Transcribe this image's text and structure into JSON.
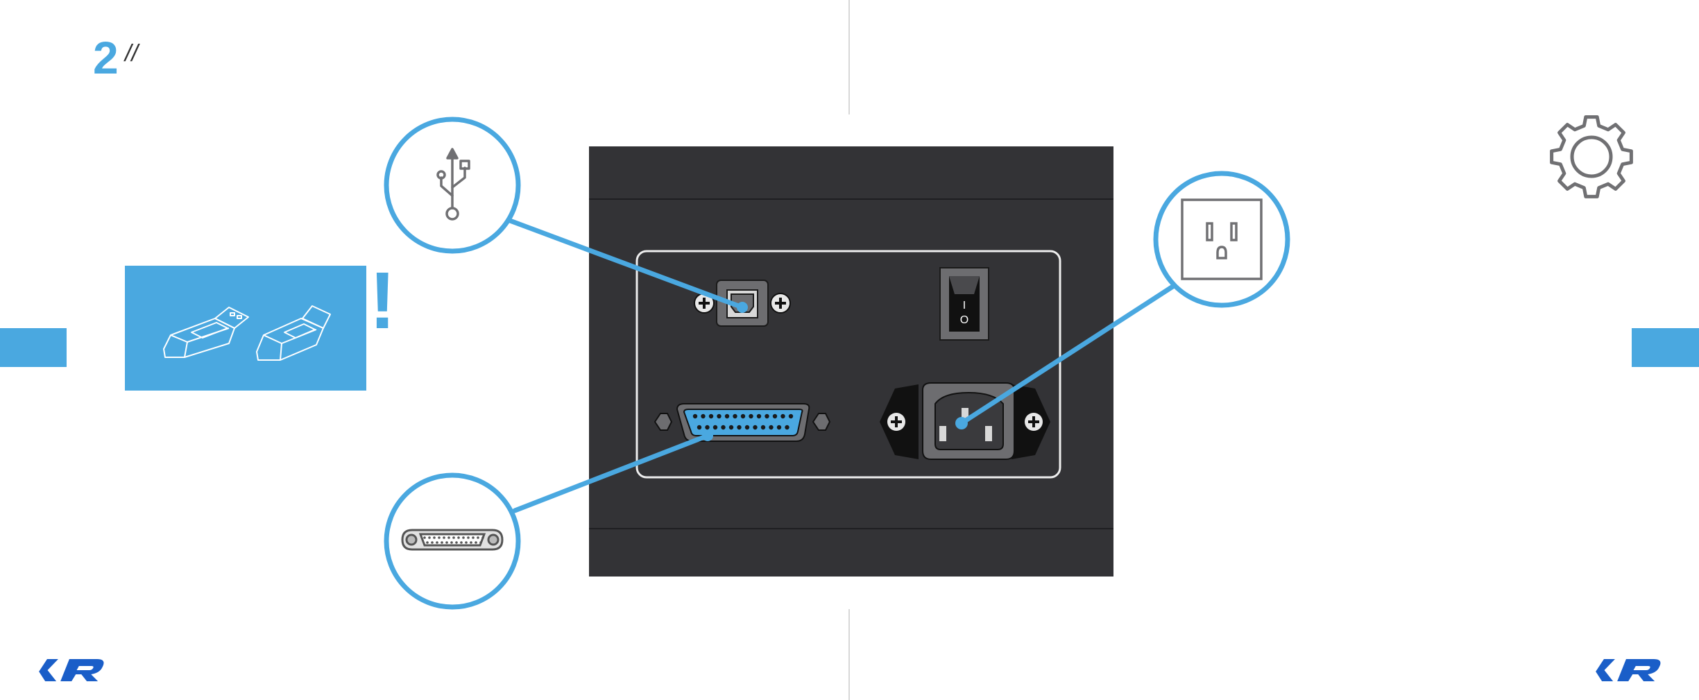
{
  "step": {
    "number": "2",
    "marks": "//"
  },
  "colors": {
    "accent": "#4aa8e0",
    "panel": "#333336",
    "panel_outline": "#f0f0f0",
    "icon_gray": "#707073",
    "logo": "#1a5ec8"
  },
  "icons": {
    "usb": "usb-symbol-icon",
    "db25": "db25-connector-icon",
    "outlet": "power-outlet-icon",
    "gear": "gear-icon",
    "usb_cables": "usb-cable-icon",
    "warning": "exclamation-icon"
  },
  "switch_labels": {
    "on": "I",
    "off": "O"
  },
  "warning": {
    "mark": "!"
  },
  "logo": {
    "text": "KR"
  }
}
